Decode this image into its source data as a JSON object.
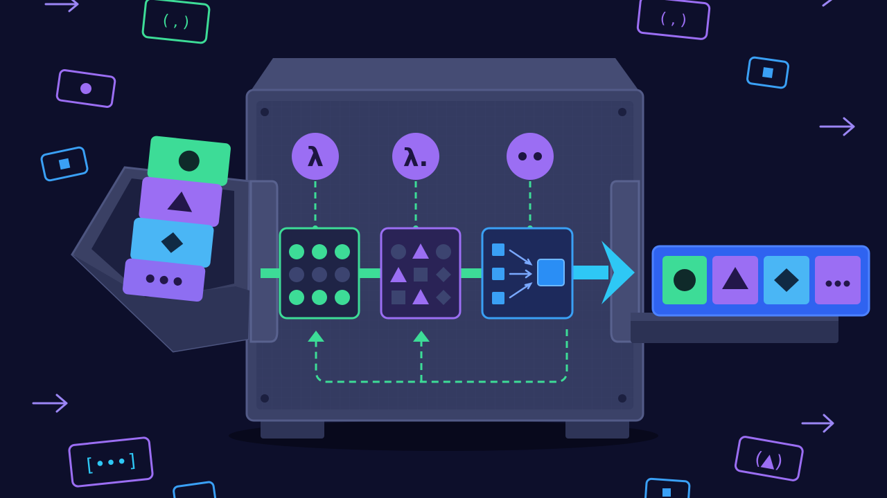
{
  "diagram": {
    "colors": {
      "background": "#0d0f2b",
      "machine_body": "#3b4268",
      "panel": "#333a5e",
      "green": "#3ddc97",
      "purple": "#9b6ef3",
      "blue": "#3aa0f5",
      "cyan": "#2ec8f5",
      "dashed_green": "#3ddc97"
    },
    "operators": [
      {
        "symbol": "λ",
        "icon": "lambda-icon"
      },
      {
        "symbol": "λ.",
        "icon": "lambda-dot-icon"
      },
      {
        "symbol": "••",
        "icon": "dots-icon"
      }
    ],
    "stages": [
      {
        "name": "grid-of-circles",
        "icon": "circle-grid-icon"
      },
      {
        "name": "mixed-shapes",
        "icon": "shape-mix-icon"
      },
      {
        "name": "merge",
        "icon": "merge-icon"
      }
    ],
    "input_tokens": [
      "circle-icon",
      "triangle-icon",
      "diamond-icon",
      "ellipsis-icon"
    ],
    "output_tokens": [
      "circle-icon",
      "triangle-icon",
      "diamond-icon",
      "ellipsis-icon"
    ],
    "floating_tags": {
      "tuple_top_left": "( , )",
      "tuple_top_right": "( , )",
      "list_bottom_left": "[•••]",
      "paren_triangle": "(▲)"
    }
  }
}
